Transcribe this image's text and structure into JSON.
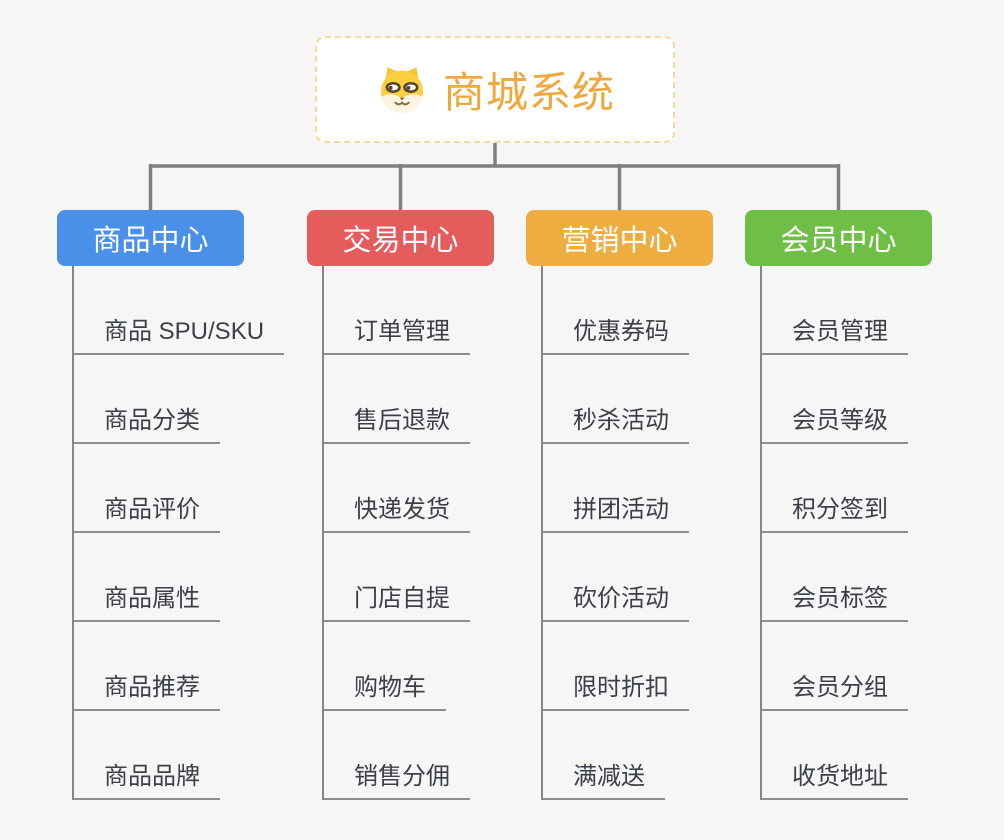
{
  "page": {
    "background": "#f6f6f6",
    "connector_color": "#7f7f7f"
  },
  "root": {
    "title": "商城系统",
    "icon": "shiba-dog-icon",
    "text_color": "#f0a73c",
    "border_color": "#f6d8a2"
  },
  "branches": [
    {
      "label": "商品中心",
      "color": "#4a8fe8",
      "items": [
        "商品 SPU/SKU",
        "商品分类",
        "商品评价",
        "商品属性",
        "商品推荐",
        "商品品牌"
      ]
    },
    {
      "label": "交易中心",
      "color": "#e45c5c",
      "items": [
        "订单管理",
        "售后退款",
        "快递发货",
        "门店自提",
        "购物车",
        "销售分佣"
      ]
    },
    {
      "label": "营销中心",
      "color": "#edad41",
      "items": [
        "优惠券码",
        "秒杀活动",
        "拼团活动",
        "砍价活动",
        "限时折扣",
        "满减送"
      ]
    },
    {
      "label": "会员中心",
      "color": "#6fbe45",
      "items": [
        "会员管理",
        "会员等级",
        "积分签到",
        "会员标签",
        "会员分组",
        "收货地址"
      ]
    }
  ]
}
